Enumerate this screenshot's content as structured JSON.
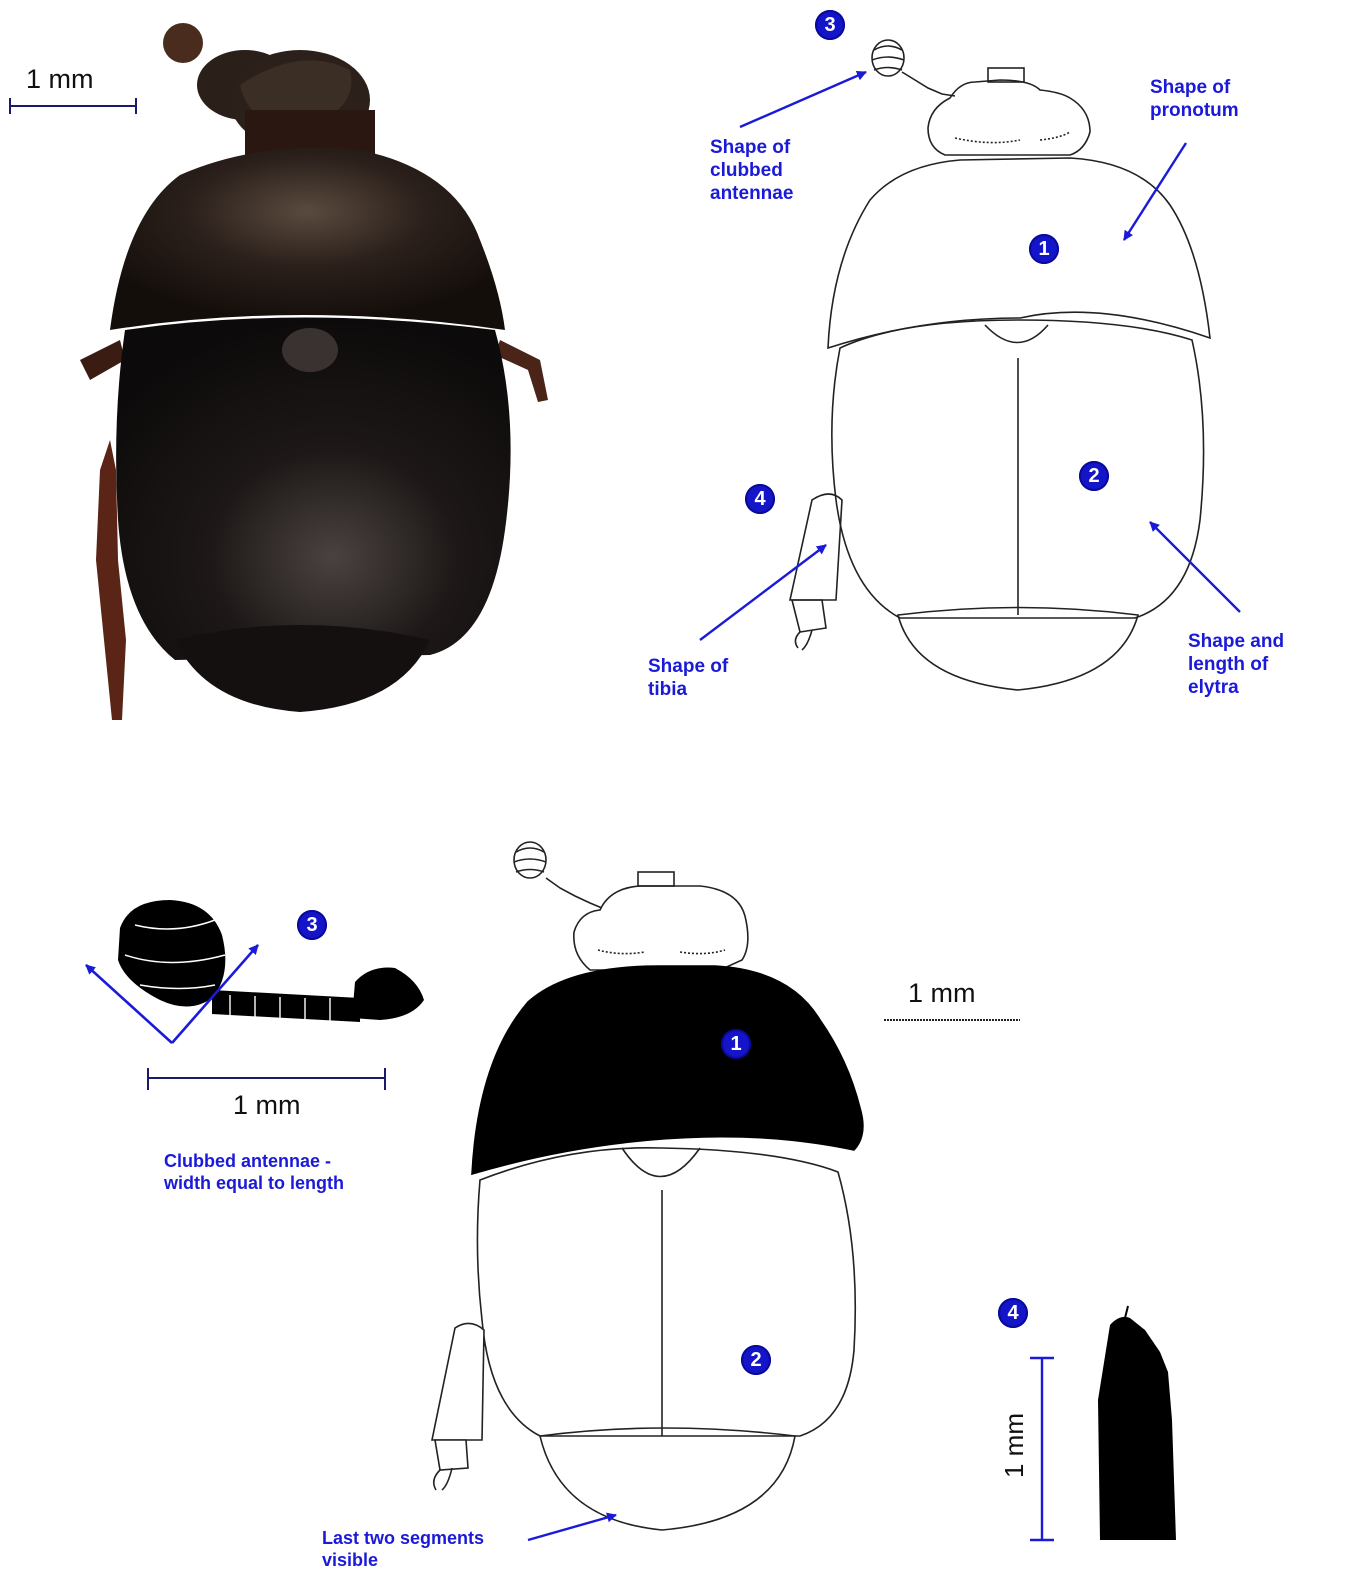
{
  "colors": {
    "accent": "#1a1ad8",
    "badge": "#1414c8",
    "ink": "#111111"
  },
  "scale_label": "1 mm",
  "photo": {
    "scale_label": "1 mm"
  },
  "top_diagram": {
    "badges": [
      "1",
      "2",
      "3",
      "4"
    ],
    "labels": {
      "antennae": "Shape of\nclubbed\nantennae",
      "pronotum": "Shape of\npronotum",
      "elytra": "Shape and\nlength of\nelytra",
      "tibia": "Shape of\ntibia"
    }
  },
  "bottom_diagram": {
    "badges": [
      "1",
      "2",
      "3",
      "4"
    ],
    "antenna_scale": "1 mm",
    "body_scale": "1 mm",
    "tibia_scale": "1 mm",
    "antenna_caption": "Clubbed antennae -\nwidth equal to length",
    "segments_caption": "Last two segments\nvisible"
  }
}
